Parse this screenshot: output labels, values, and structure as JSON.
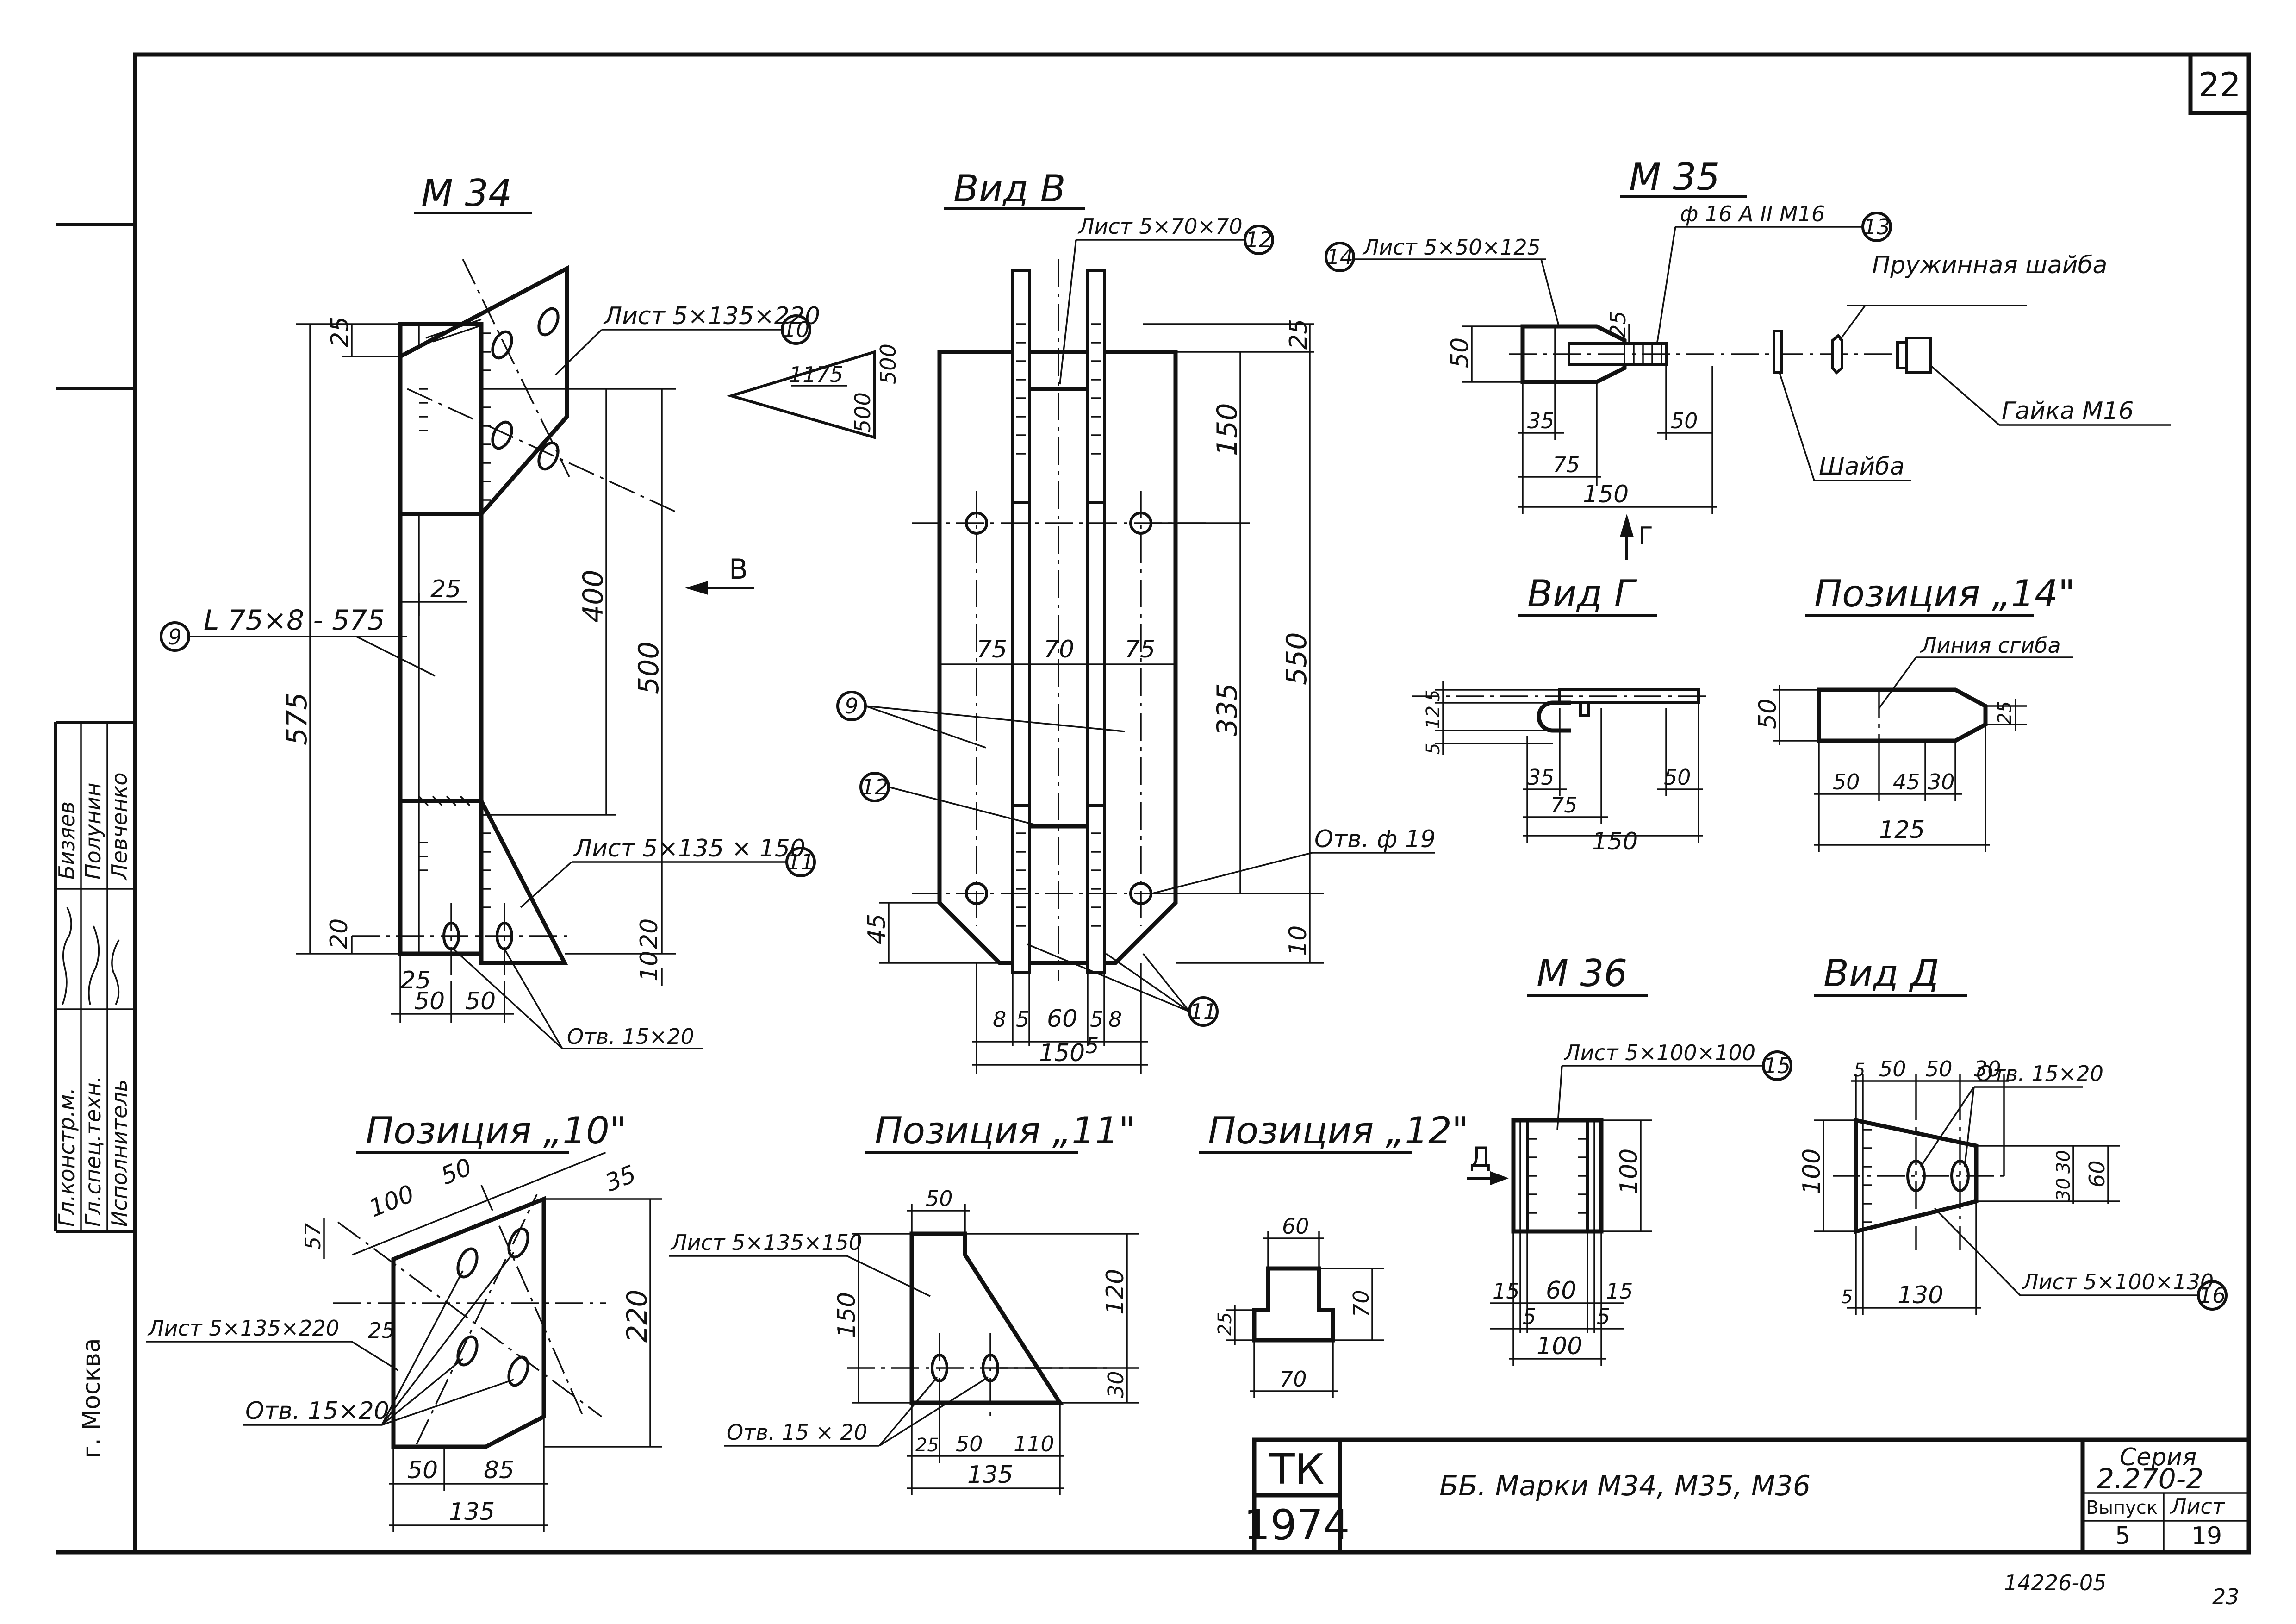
{
  "sheet": {
    "number": "22",
    "footer_code": "14226-05",
    "page_bottom": "23"
  },
  "side_stamp": {
    "rows": [
      {
        "role": "Гл.констр.м.",
        "name": "Бизяев"
      },
      {
        "role": "Гл.спец.техн.",
        "name": "Полунин"
      },
      {
        "role": "Исполнитель",
        "name": "Левченко"
      }
    ],
    "city": "г. Москва"
  },
  "title_block": {
    "org_top": "ТК",
    "org_bottom": "1974",
    "title": "ББ. Марки М34, М35, М36",
    "series_label": "Серия",
    "series_value": "2.270-2",
    "issue_label": "Выпуск",
    "issue_value": "5",
    "sheet_label": "Лист",
    "sheet_value": "19"
  },
  "m34": {
    "title": "М 34",
    "angle_label": "L 75×8 - 575",
    "angle_pos": "9",
    "plate_top_label": "Лист 5×135×220",
    "plate_top_pos": "10",
    "plate_bottom_label": "Лист 5×135 × 150",
    "plate_bottom_pos": "11",
    "holes_label": "Отв. 15×20",
    "view_arrow": "В",
    "weld": {
      "leg1": "1175",
      "leg2a": "500",
      "leg2b": "500"
    },
    "dims": {
      "d25top": "25",
      "d575": "575",
      "d25mid": "25",
      "d400": "400",
      "d500": "500",
      "d20a": "20",
      "d20b": "20",
      "d10": "10",
      "d25b": "25",
      "d50a": "50",
      "d50b": "50"
    }
  },
  "vidB": {
    "title": "Вид В",
    "plate_label": "Лист 5×70×70",
    "plate_pos": "12",
    "holes_label": "Отв. ф 19",
    "pos9": "9",
    "pos12": "12",
    "pos11": "11",
    "dims": {
      "d25": "25",
      "d150": "150",
      "d550": "550",
      "d335": "335",
      "d10": "10",
      "d75a": "75",
      "d70": "70",
      "d75b": "75",
      "d45": "45",
      "d8a": "8",
      "d5a": "5",
      "d60": "60",
      "d5b": "5",
      "d8b": "8",
      "d150b": "150",
      "d5c": "5"
    }
  },
  "m35": {
    "title": "М 35",
    "plate_label": "Лист 5×50×125",
    "plate_pos": "14",
    "rod_label": "ф 16 А II  М16",
    "rod_pos": "13",
    "spring_washer": "Пружинная шайба",
    "nut": "Гайка М16",
    "washer": "Шайба",
    "view_arrow": "Г",
    "dims": {
      "d50": "50",
      "d25": "25",
      "d35": "35",
      "d75": "75",
      "d50r": "50",
      "d150": "150"
    }
  },
  "vidG": {
    "title": "Вид Г",
    "dims": {
      "d5a": "5",
      "d12": "12",
      "d5b": "5",
      "d35": "35",
      "d75": "75",
      "d50": "50",
      "d150": "150"
    }
  },
  "pos14": {
    "title": "Позиция „14\"",
    "bend_label": "Линия сгиба",
    "dims": {
      "d50": "50",
      "d25": "25",
      "d50b": "50",
      "d45": "45",
      "d30": "30",
      "d125": "125"
    }
  },
  "m36": {
    "title": "М 36",
    "plate_label": "Лист 5×100×100",
    "plate_pos": "15",
    "view_arrow": "Д",
    "dims": {
      "d100": "100",
      "d15a": "15",
      "d60": "60",
      "d15b": "15",
      "d5a": "5",
      "d5b": "5",
      "d100b": "100"
    }
  },
  "vidD": {
    "title": "Вид Д",
    "holes_label": "Отв. 15×20",
    "plate_label": "Лист 5×100×130",
    "plate_pos": "16",
    "dims": {
      "d5": "5",
      "d50a": "50",
      "d50b": "50",
      "d30": "30",
      "d100": "100",
      "d30a": "30",
      "d30b": "30",
      "d60": "60",
      "d5b": "5",
      "d130": "130"
    }
  },
  "pos10": {
    "title": "Позиция „10\"",
    "plate_label": "Лист 5×135×220",
    "holes_label": "Отв. 15×20",
    "dims": {
      "d100": "100",
      "d50": "50",
      "d35": "35",
      "d57": "57",
      "d25": "25",
      "d220": "220",
      "d50b": "50",
      "d85": "85",
      "d135": "135"
    }
  },
  "pos11": {
    "title": "Позиция „11\"",
    "plate_label": "Лист 5×135×150",
    "holes_label": "Отв. 15 × 20",
    "dims": {
      "d50": "50",
      "d150": "150",
      "d120": "120",
      "d30": "30",
      "d25": "25",
      "d50b": "50",
      "d110": "110",
      "d135": "135"
    }
  },
  "pos12": {
    "title": "Позиция „12\"",
    "dims": {
      "d60": "60",
      "d25": "25",
      "d70": "70",
      "d70b": "70"
    }
  }
}
